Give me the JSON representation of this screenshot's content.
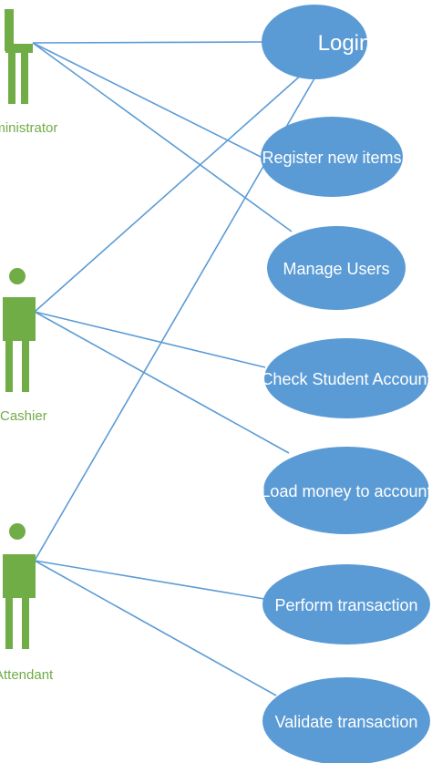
{
  "actors": [
    {
      "id": "administrator",
      "label": "Administrator"
    },
    {
      "id": "cashier",
      "label": "Cashier"
    },
    {
      "id": "attendant",
      "label": "Attendant"
    }
  ],
  "use_cases": [
    {
      "id": "login",
      "label": "Login"
    },
    {
      "id": "register",
      "label": "Register new items"
    },
    {
      "id": "manage",
      "label": "Manage Users"
    },
    {
      "id": "check",
      "label": "Check Student Account"
    },
    {
      "id": "load",
      "label": "Load money to account"
    },
    {
      "id": "perform",
      "label": "Perform transaction"
    },
    {
      "id": "validate",
      "label": "Validate transaction"
    }
  ],
  "associations": [
    {
      "from": "administrator",
      "to": "login"
    },
    {
      "from": "administrator",
      "to": "register"
    },
    {
      "from": "administrator",
      "to": "manage"
    },
    {
      "from": "cashier",
      "to": "login"
    },
    {
      "from": "cashier",
      "to": "check"
    },
    {
      "from": "cashier",
      "to": "load"
    },
    {
      "from": "attendant",
      "to": "login"
    },
    {
      "from": "attendant",
      "to": "perform"
    },
    {
      "from": "attendant",
      "to": "validate"
    }
  ],
  "colors": {
    "actor": "#70ad47",
    "actor_label": "#70ad47",
    "use_case_fill": "#5b9bd5",
    "use_case_text": "#ffffff",
    "line": "#5b9bd5"
  }
}
